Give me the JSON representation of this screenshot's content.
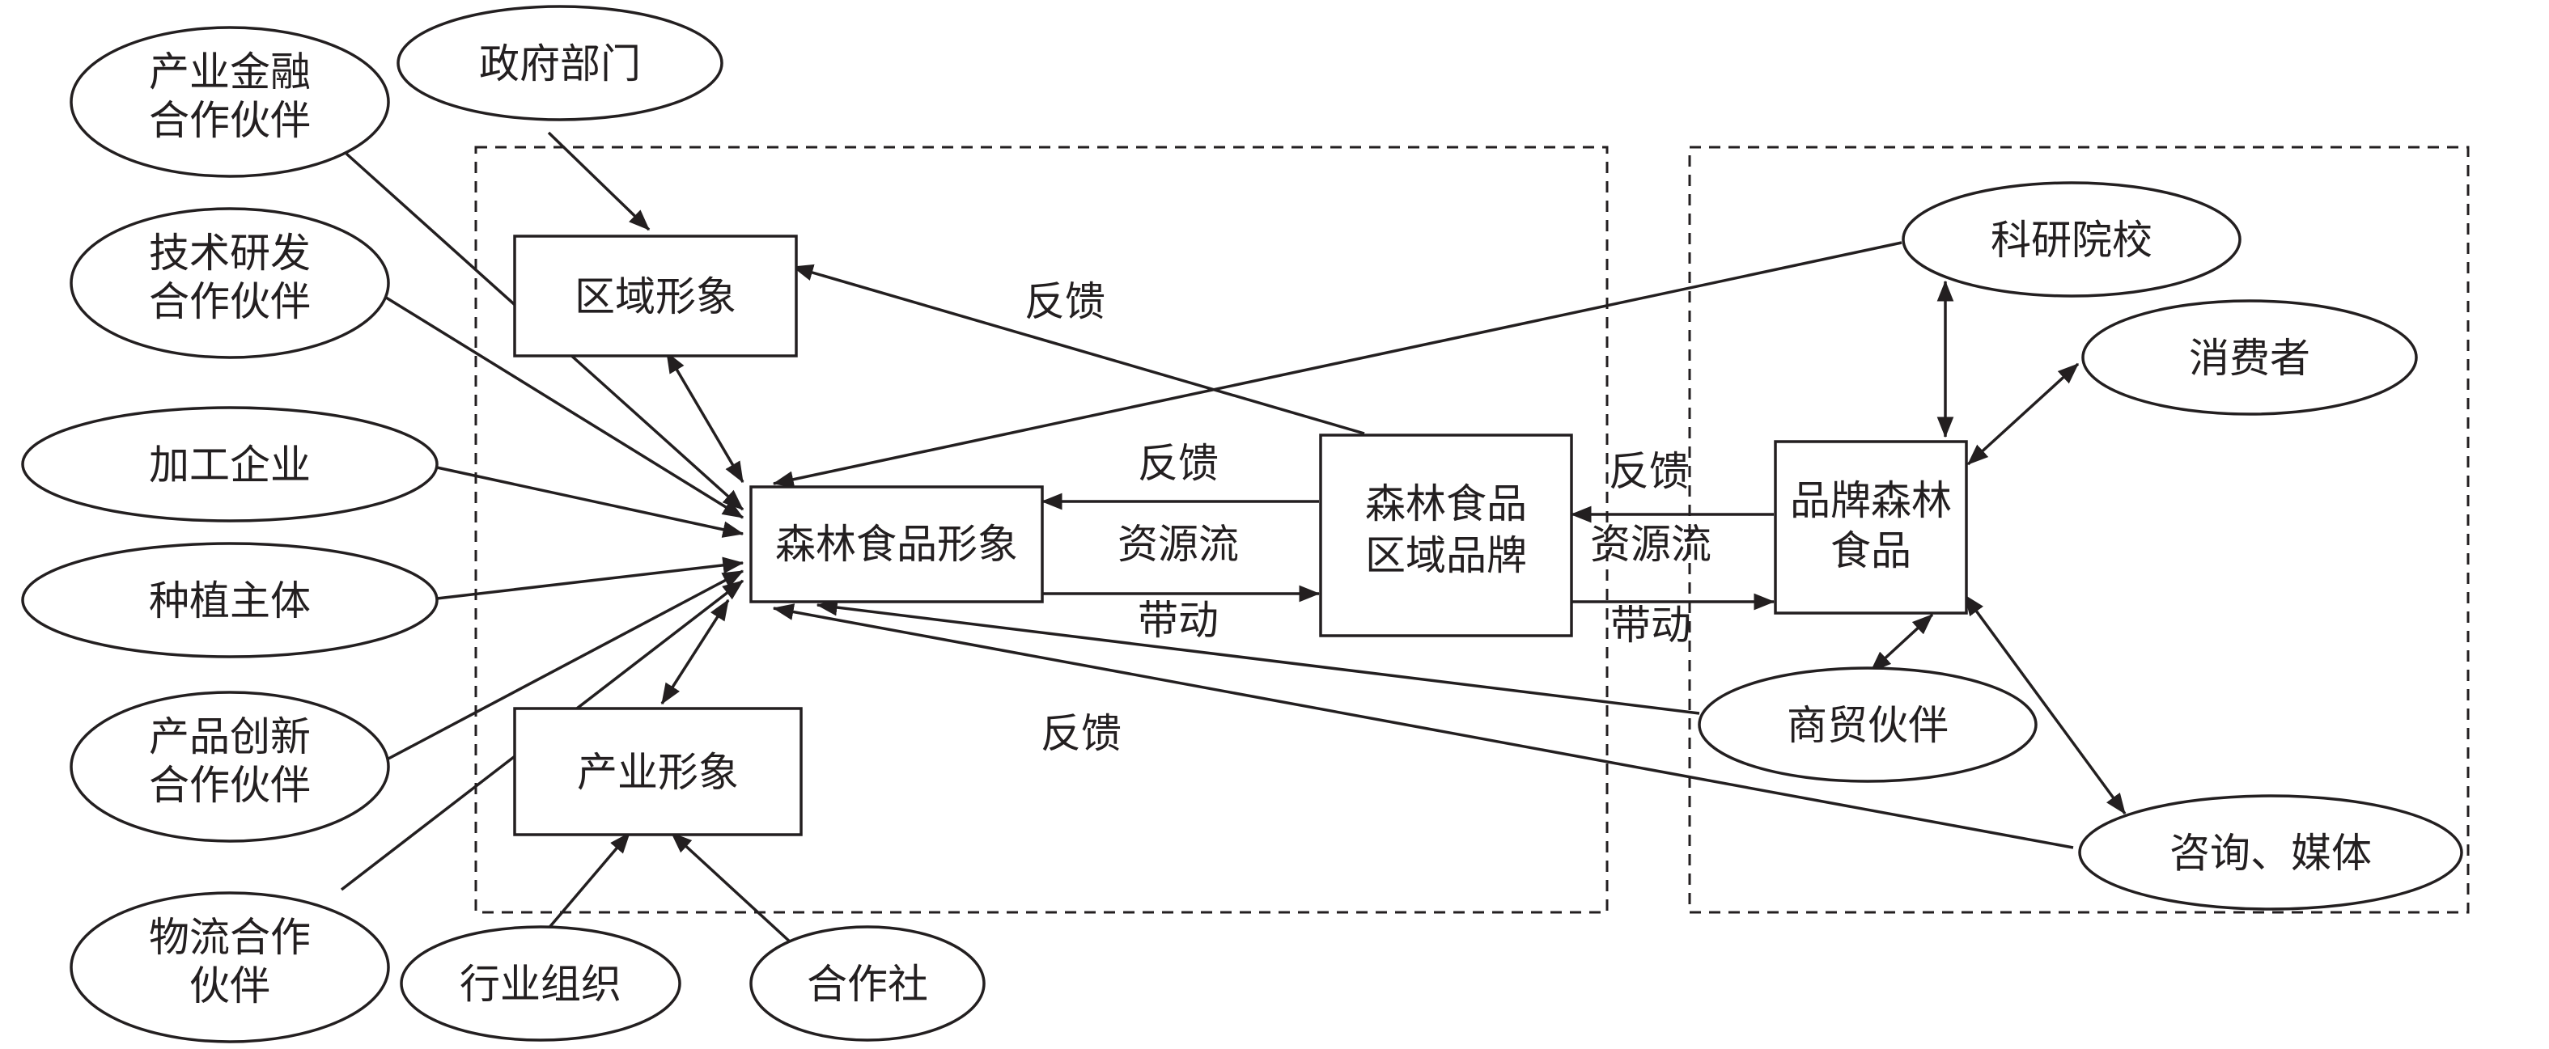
{
  "nodes": {
    "industry_finance": [
      "产业金融",
      "合作伙伴"
    ],
    "government": [
      "政府部门"
    ],
    "tech_rd": [
      "技术研发",
      "合作伙伴"
    ],
    "processing": [
      "加工企业"
    ],
    "planting": [
      "种植主体"
    ],
    "product_innovation": [
      "产品创新",
      "合作伙伴"
    ],
    "logistics": [
      "物流合作",
      "伙伴"
    ],
    "industry_org": [
      "行业组织"
    ],
    "cooperative": [
      "合作社"
    ],
    "regional_image": [
      "区域形象"
    ],
    "forest_food_image": [
      "森林食品形象"
    ],
    "industry_image": [
      "产业形象"
    ],
    "regional_brand": [
      "森林食品",
      "区域品牌"
    ],
    "branded_food": [
      "品牌森林",
      "食品"
    ],
    "research_institutes": [
      "科研院校"
    ],
    "consumers": [
      "消费者"
    ],
    "trade_partners": [
      "商贸伙伴"
    ],
    "consulting_media": [
      "咨询、媒体"
    ]
  },
  "edge_labels": {
    "feedback_top": "反馈",
    "feedback_mid": "反馈",
    "resource_flow_mid": "资源流",
    "drive_mid": "带动",
    "feedback_right": "反馈",
    "resource_flow_right": "资源流",
    "drive_right": "带动",
    "feedback_bottom": "反馈"
  }
}
